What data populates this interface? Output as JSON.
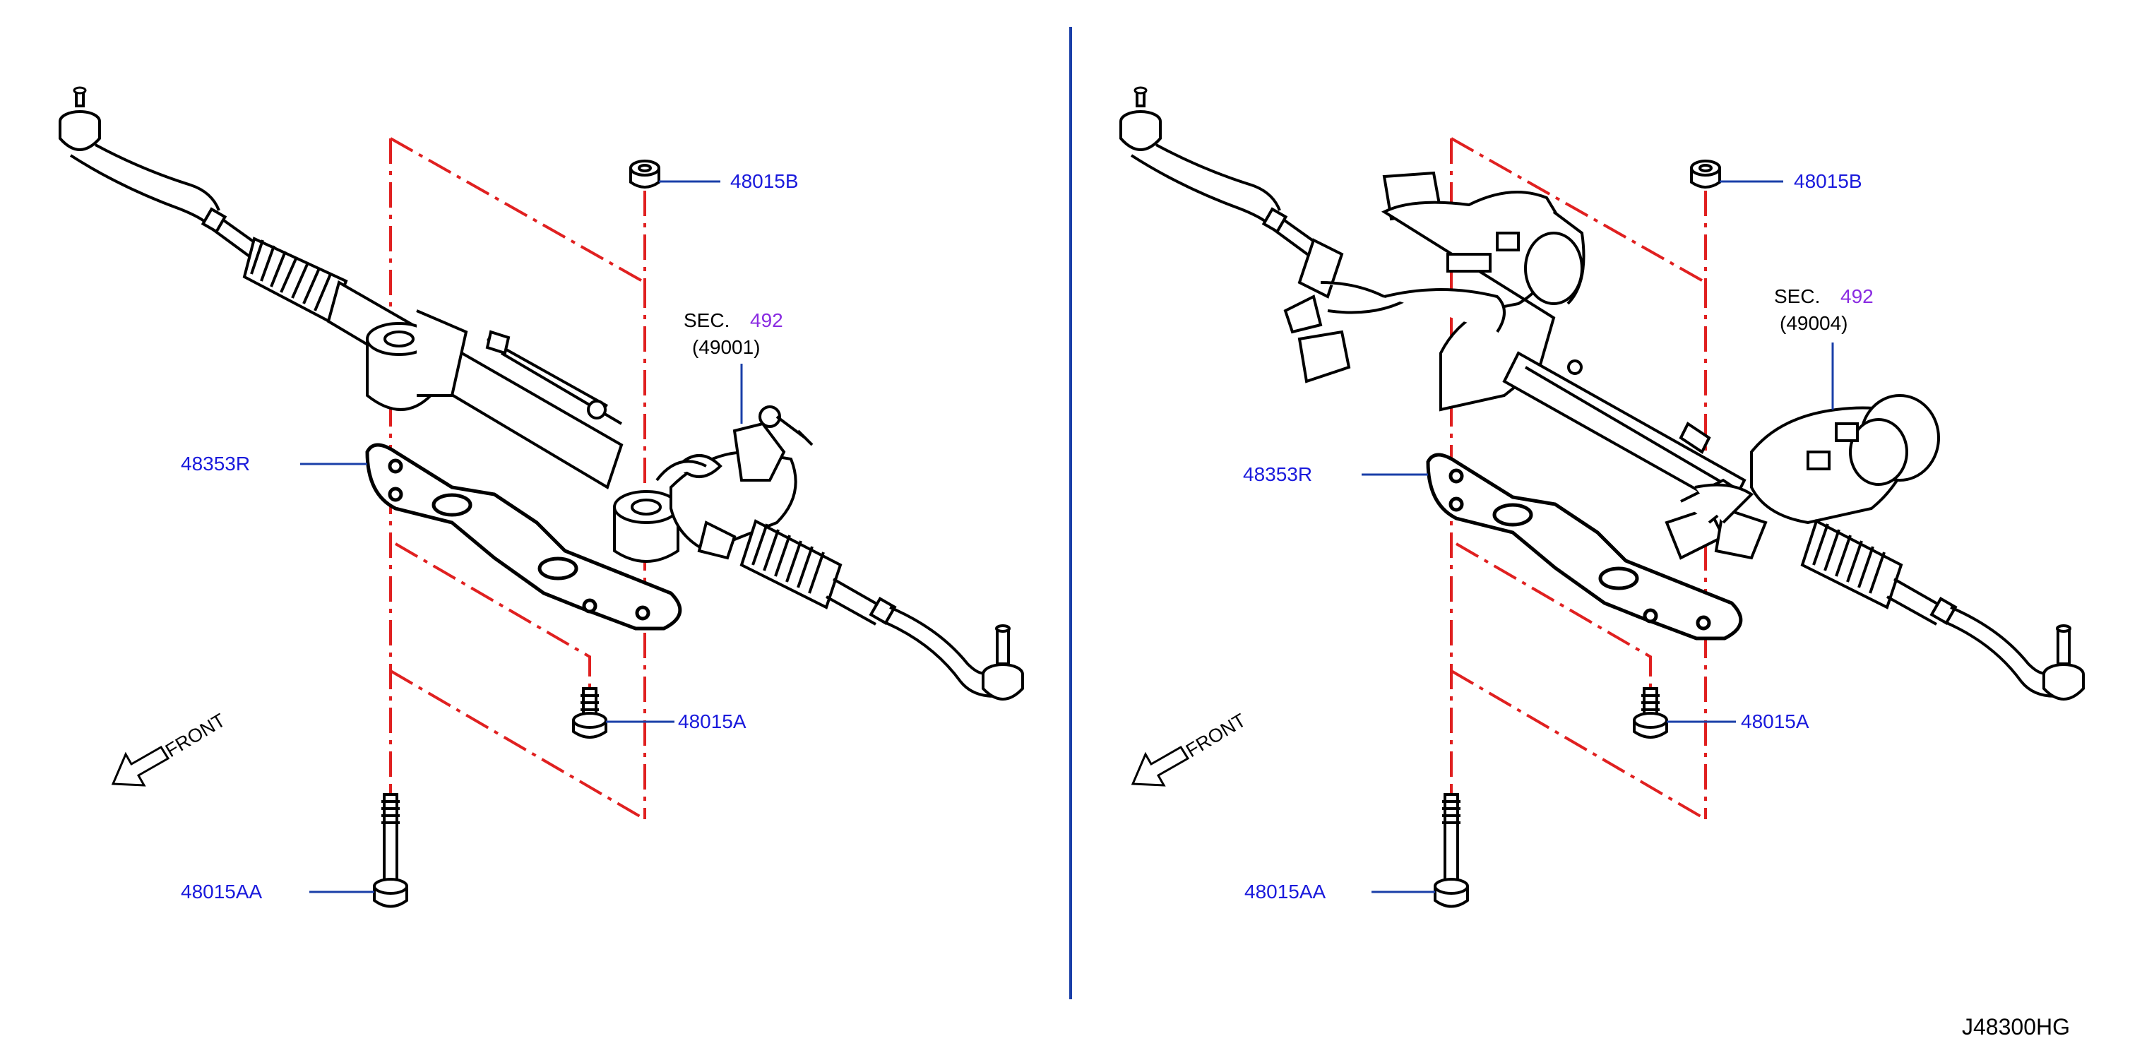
{
  "panels": [
    {
      "id": "left",
      "labels": {
        "nut": "48015B",
        "bracket": "48353R",
        "bolt_short": "48015A",
        "bolt_long": "48015AA",
        "sec_prefix": "SEC.",
        "sec_number": "492",
        "sec_part": "(49001)",
        "front": "FRONT"
      }
    },
    {
      "id": "right",
      "labels": {
        "nut": "48015B",
        "bracket": "48353R",
        "bolt_short": "48015A",
        "bolt_long": "48015AA",
        "sec_prefix": "SEC.",
        "sec_number": "492",
        "sec_part": "(49004)",
        "front": "FRONT"
      }
    }
  ],
  "diagram_id": "J48300HG",
  "colors": {
    "outline": "#000000",
    "leader": "#1a3fa8",
    "part_text": "#1a1adc",
    "section_number": "#8a2be2",
    "phantom_line": "#e02020",
    "divider": "#1a3fa8"
  }
}
